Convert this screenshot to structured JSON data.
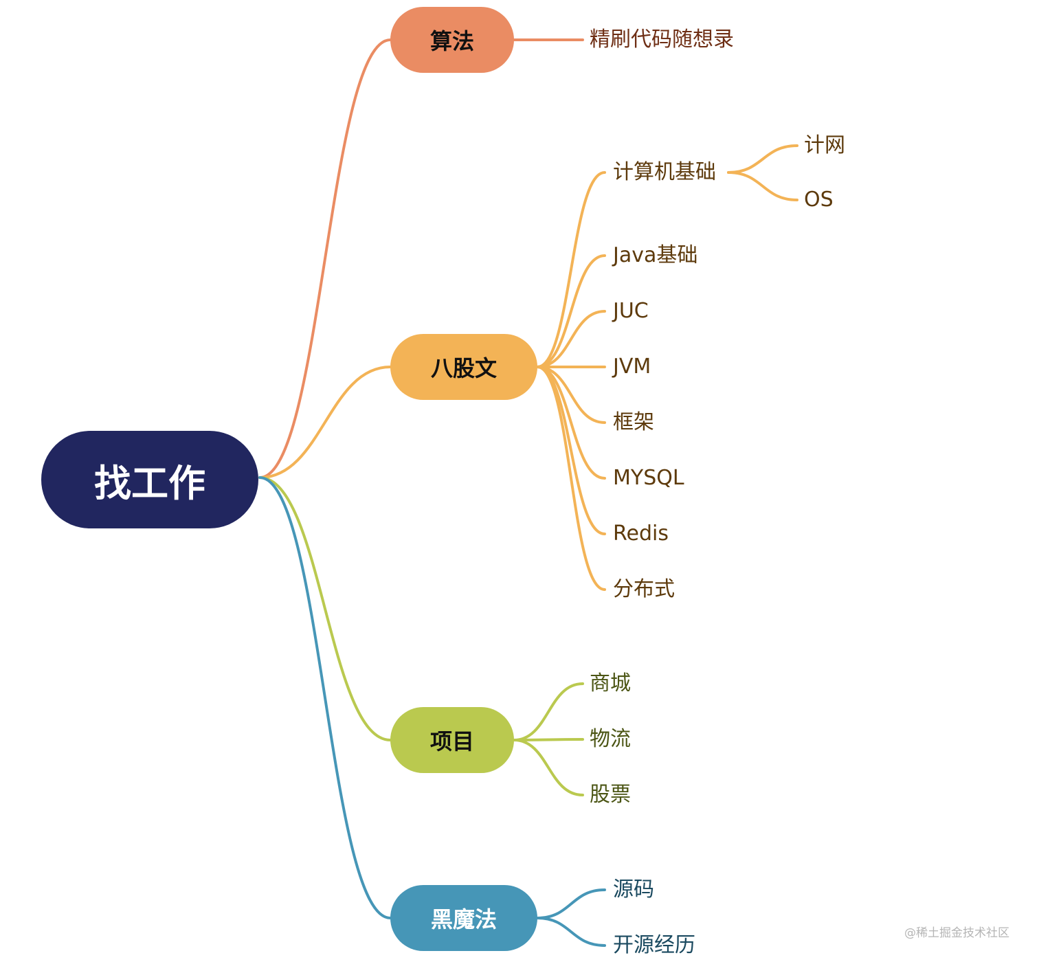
{
  "root": {
    "label": "找工作",
    "bg": "#21265f",
    "fg": "#ffffff"
  },
  "branches": [
    {
      "key": "suanfa",
      "label": "算法",
      "color": "#ea8c63",
      "fg": "#111111",
      "leaf_color": "#6e2e14",
      "children": [
        {
          "label": "精刷代码随想录"
        }
      ]
    },
    {
      "key": "bagu",
      "label": "八股文",
      "color": "#f3b356",
      "fg": "#111111",
      "leaf_color": "#5d3a0c",
      "children": [
        {
          "label": "计算机基础",
          "children": [
            {
              "label": "计网"
            },
            {
              "label": "OS"
            }
          ]
        },
        {
          "label": "Java基础"
        },
        {
          "label": "JUC"
        },
        {
          "label": "JVM"
        },
        {
          "label": "框架"
        },
        {
          "label": "MYSQL"
        },
        {
          "label": "Redis"
        },
        {
          "label": "分布式"
        }
      ]
    },
    {
      "key": "xiangmu",
      "label": "项目",
      "color": "#bac94f",
      "fg": "#111111",
      "leaf_color": "#4b5514",
      "children": [
        {
          "label": "商城"
        },
        {
          "label": "物流"
        },
        {
          "label": "股票"
        }
      ]
    },
    {
      "key": "heimofa",
      "label": "黑魔法",
      "color": "#4696b7",
      "fg": "#ffffff",
      "leaf_color": "#1b4a60",
      "children": [
        {
          "label": "源码"
        },
        {
          "label": "开源经历"
        }
      ]
    }
  ],
  "watermark": "@稀土掘金技术社区"
}
